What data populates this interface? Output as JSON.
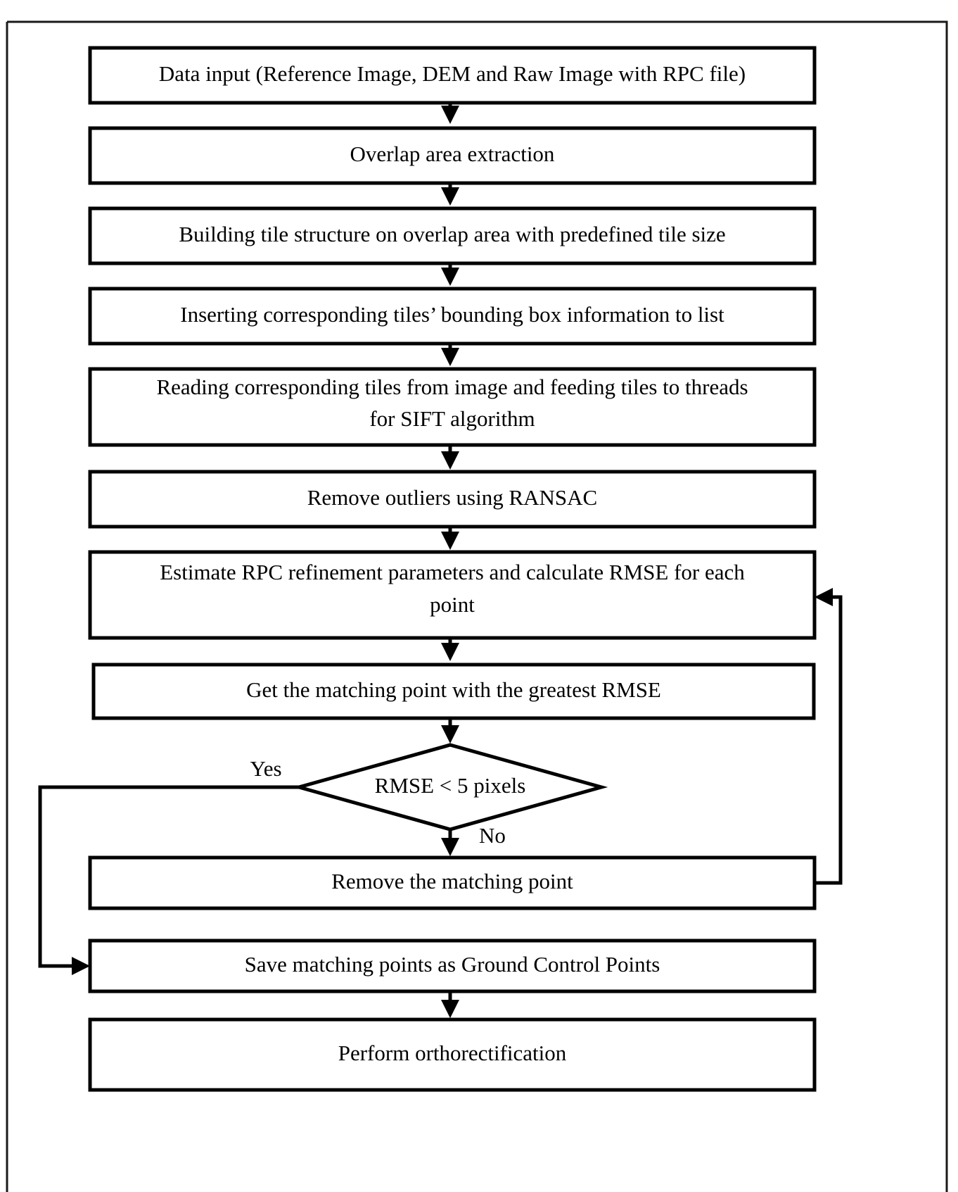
{
  "diagram": {
    "title": "Orthorectification workflow flowchart",
    "type": "flowchart",
    "colors": {
      "node_fill": "#ffffff",
      "node_stroke": "#000000",
      "frame_stroke": "#1a1a1a",
      "text": "#000000",
      "background": "#ffffff"
    },
    "nodes": [
      {
        "id": "data-input",
        "shape": "process",
        "lines": [
          "Data input (Reference Image, DEM and Raw Image with RPC file)"
        ]
      },
      {
        "id": "overlap-extraction",
        "shape": "process",
        "lines": [
          "Overlap area extraction"
        ]
      },
      {
        "id": "build-tile-structure",
        "shape": "process",
        "lines": [
          "Building tile structure on overlap area with predefined tile size"
        ]
      },
      {
        "id": "insert-bounding-box",
        "shape": "process",
        "lines": [
          "Inserting corresponding tiles’ bounding box information to list"
        ]
      },
      {
        "id": "read-tiles-sift",
        "shape": "process",
        "lines": [
          "Reading corresponding tiles from image and feeding tiles to threads",
          "for SIFT algorithm"
        ]
      },
      {
        "id": "remove-outliers-ransac",
        "shape": "process",
        "lines": [
          "Remove outliers using RANSAC"
        ]
      },
      {
        "id": "estimate-rpc-rmse",
        "shape": "process",
        "lines": [
          "Estimate RPC refinement parameters and calculate RMSE for each",
          "point"
        ]
      },
      {
        "id": "get-greatest-rmse",
        "shape": "process",
        "lines": [
          "Get the matching point with the greatest RMSE"
        ]
      },
      {
        "id": "rmse-decision",
        "shape": "decision",
        "lines": [
          "RMSE < 5 pixels"
        ]
      },
      {
        "id": "remove-matching-point",
        "shape": "process",
        "lines": [
          "Remove the matching point"
        ]
      },
      {
        "id": "save-gcp",
        "shape": "process",
        "lines": [
          "Save matching points as Ground Control Points"
        ]
      },
      {
        "id": "perform-ortho",
        "shape": "process",
        "lines": [
          "Perform orthorectification"
        ]
      }
    ],
    "edge_labels": {
      "yes": "Yes",
      "no": "No"
    }
  }
}
